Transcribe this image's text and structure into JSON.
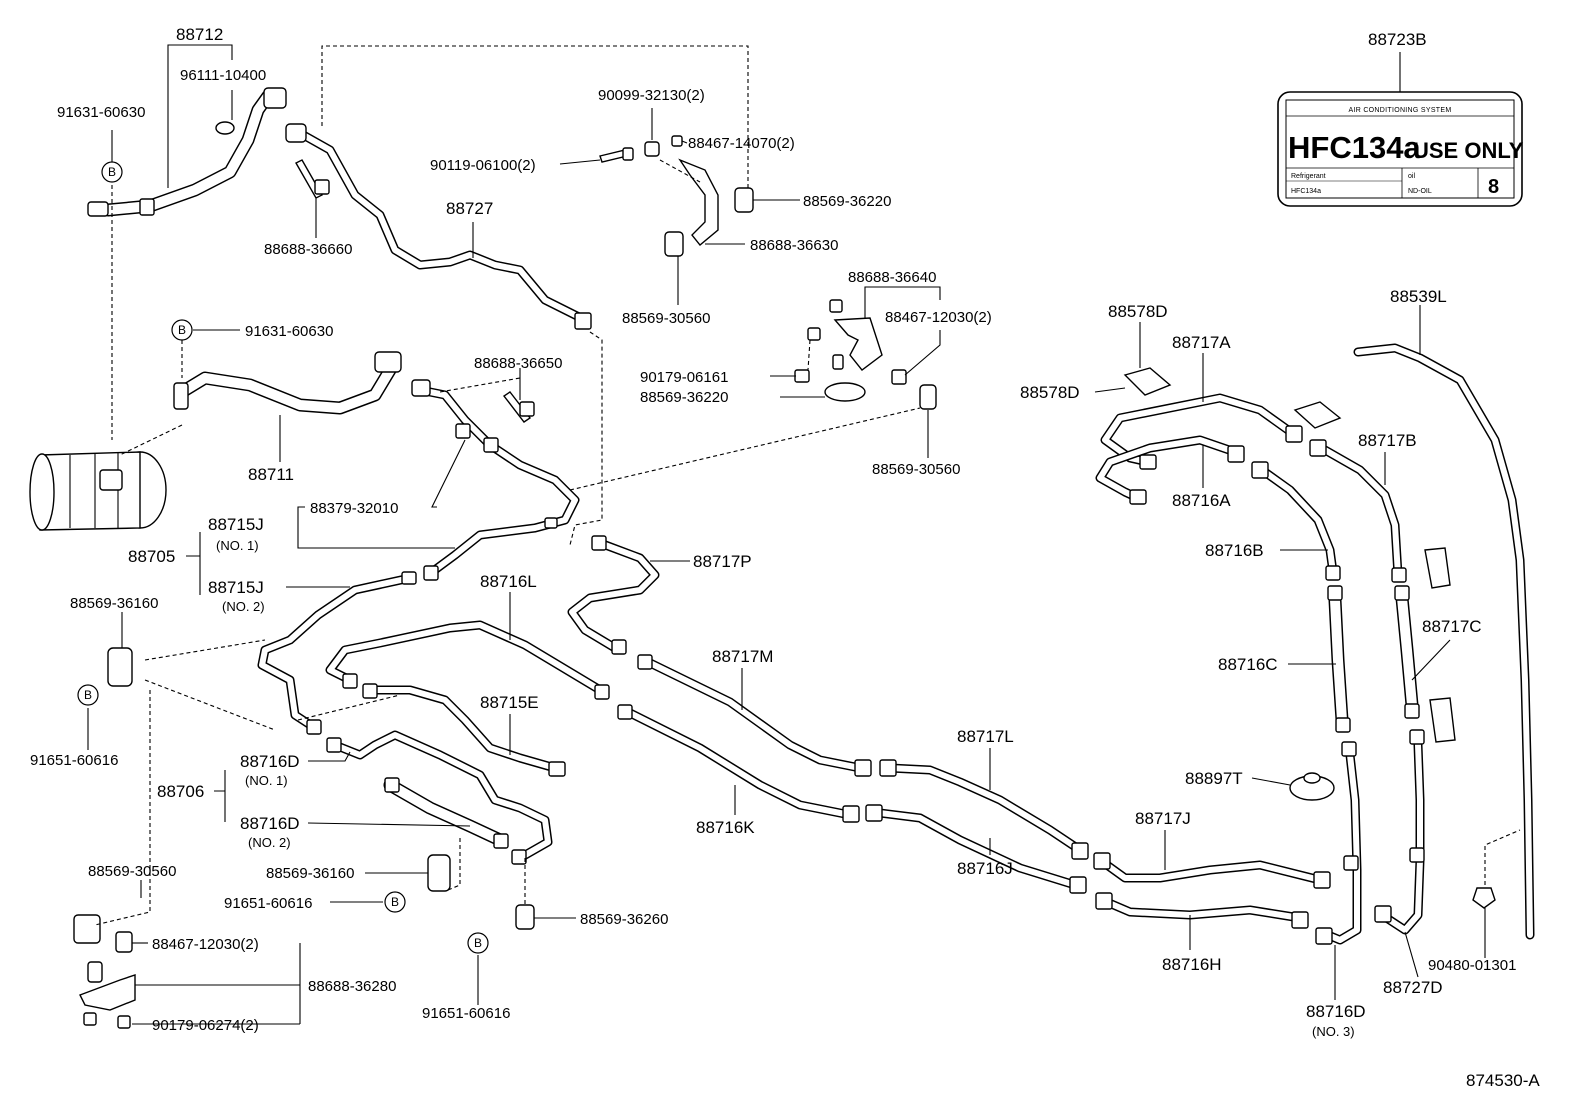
{
  "diagram_id": "874530-A",
  "b_marker": "B",
  "plate": {
    "part_number": "88723B",
    "title": "AIR CONDITIONING SYSTEM",
    "main_text_a": "HFC134a",
    "main_text_b": "USE ONLY",
    "refrigerant_label": "Refrigerant",
    "refrigerant_value": "HFC134a",
    "oil_label": "oil",
    "oil_value": "ND-OIL",
    "oil_number": "8"
  },
  "labels": {
    "p88712": "88712",
    "p96111_10400": "96111-10400",
    "p91631_60630_a": "91631-60630",
    "p88688_36660": "88688-36660",
    "p88727": "88727",
    "p90099_32130": "90099-32130(2)",
    "p88467_14070": "88467-14070(2)",
    "p90119_06100": "90119-06100(2)",
    "p88569_36220_a": "88569-36220",
    "p88688_36630": "88688-36630",
    "p88569_30560_a": "88569-30560",
    "p91631_60630_b": "91631-60630",
    "p88688_36650": "88688-36650",
    "p88711": "88711",
    "p88688_36640": "88688-36640",
    "p88467_12030_a": "88467-12030(2)",
    "p90179_06161": "90179-06161",
    "p88569_36220_b": "88569-36220",
    "p88569_30560_b": "88569-30560",
    "p88379_32010": "88379-32010",
    "p88715J_1": "88715J",
    "no1_a": "(NO. 1)",
    "p88705": "88705",
    "p88715J_2": "88715J",
    "no2_a": "(NO. 2)",
    "p88717P": "88717P",
    "p88569_36160_a": "88569-36160",
    "p91651_60616_a": "91651-60616",
    "p88716L": "88716L",
    "p88717M": "88717M",
    "p88715E": "88715E",
    "p88716D_1": "88716D",
    "no1_b": "(NO. 1)",
    "p88706": "88706",
    "p88716D_2": "88716D",
    "no2_b": "(NO. 2)",
    "p88716K": "88716K",
    "p88569_30560_c": "88569-30560",
    "p88569_36160_b": "88569-36160",
    "p91651_60616_b": "91651-60616",
    "p88467_12030_b": "88467-12030(2)",
    "p88688_36280": "88688-36280",
    "p90179_06274": "90179-06274(2)",
    "p88569_36260": "88569-36260",
    "p91651_60616_c": "91651-60616",
    "p88717L": "88717L",
    "p88716J": "88716J",
    "p88717J": "88717J",
    "p88716H": "88716H",
    "p88716D_3": "88716D",
    "no3": "(NO. 3)",
    "p88578D_a": "88578D",
    "p88578D_b": "88578D",
    "p88717A": "88717A",
    "p88716A": "88716A",
    "p88717B": "88717B",
    "p88716B": "88716B",
    "p88716C": "88716C",
    "p88717C": "88717C",
    "p88897T": "88897T",
    "p88539L": "88539L",
    "p90480_01301": "90480-01301",
    "p88727D": "88727D"
  }
}
